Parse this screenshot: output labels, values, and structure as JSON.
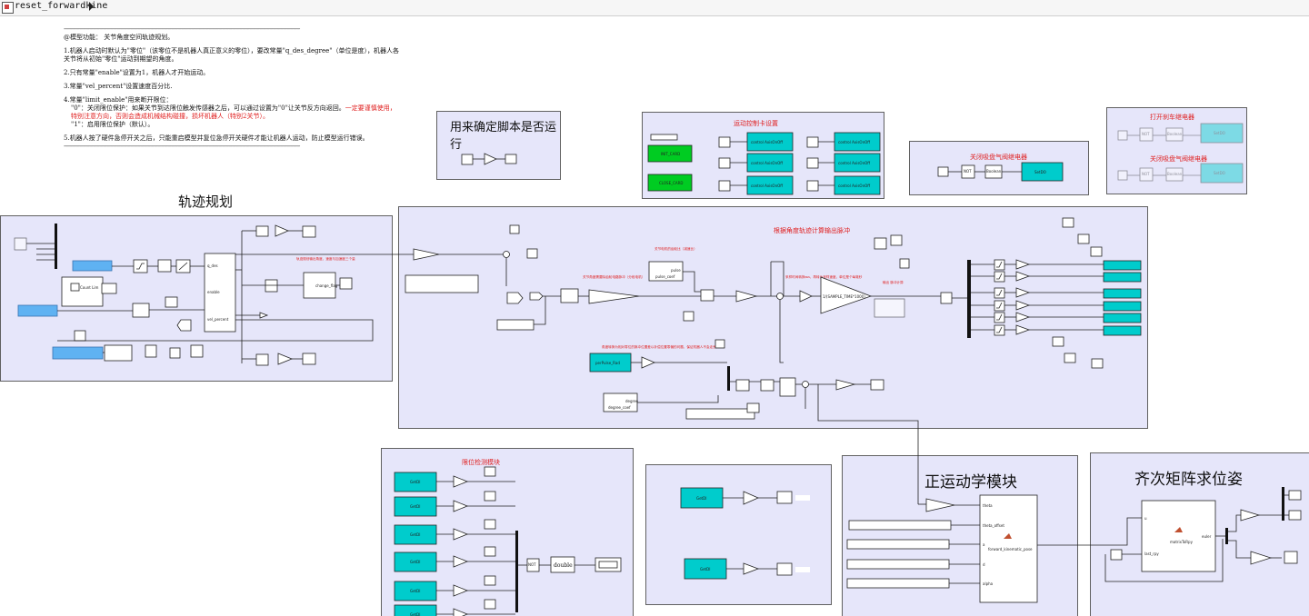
{
  "window": {
    "title": "reset_forwardkine"
  },
  "notes": {
    "separator": "----------------------------------------------------------------------------------------------------------------------------------------------------------------------------------------------",
    "line0": "@模型功能：  关节角度空间轨迹规划。",
    "line1": "1.机器人启动时默认为\"零位\"（该零位不是机器人真正意义的零位），要改常量\"q_des_degree\"（单位是度），机器人各关节将从初始\"零位\"运动到期望的角度。",
    "line2": "2.只有常量\"enable\"设置为1，机器人才开始运动。",
    "line3": "3.常量\"vel_percent\"设置速度百分比.",
    "line4a": "4.常量\"limit_enable\"用来断开限位：",
    "line4b": "\"0\"：关闭限位保护：如果关节到达限位触发传感器之后，可以通过设置为\"0\"让关节反方向返回。",
    "line4c": "一定要谨慎使用，特别注意方向，否则会造成机械结构碰撞，损坏机器人（特别2关节）。",
    "line4d": "\"1\"：启用限位保护（默认）。",
    "line5": "5.机器人按了硬件急停开关之后，只能重启模型并复位急停开关硬件才能让机器人运动，防止模型运行错误。"
  },
  "subsystems": {
    "check_run": "用来确定脚本是否运行",
    "trajectory": "轨迹规划",
    "motion_card": "运动控制卡设置",
    "close_valve": "关闭吸盘气阀继电器",
    "brake_valve_a": "打开刹车继电器",
    "brake_valve_b": "关闭吸盘气阀继电器",
    "pulse_calc": "根据角度轨迹计算输出脉冲",
    "limit_detect": "限位检测模块",
    "forward_kine": "正运动学模块",
    "pose_solve": "齐次矩阵求位姿"
  },
  "annotations": {
    "a1": "轨迹规划输出角度，速度与加速度三个量",
    "a2": "关节电机的齿轮比（减速比）",
    "a3": "关节角度需要除齿轮电路脉冲（分段电机）",
    "a4": "采样时间转换ms，再转为采样速度，单位是个每毫秒",
    "a5": "输出 脉冲计算",
    "a6": "角度转换为相对零位的脉冲位置差以补偿位置零偏的问题，保证机器人不会走丢"
  },
  "blocks": {
    "count_limited": "Count Lim",
    "q_des": "q_des",
    "enable": "enable",
    "vel_percent": "vel_percent",
    "change_flag": "change_flag",
    "pulse_coef": "pulse_coef",
    "pulse": "pulse",
    "sample_time": "1/(SAMPLE_TIME*1000)",
    "perpulse": "perPulse_Rad",
    "degree_coef": "degree_coef",
    "degree": "degree",
    "not": "NOT",
    "double": "double",
    "boolean": "Boolean",
    "setio": "SetDO",
    "getdi": "GetDI",
    "init_card": "INIT_CARD",
    "close_card": "CLOSE_CARD",
    "axis_label": "control  AxisOnOff",
    "theta": "theta",
    "theta_offset": "theta_offset",
    "a": "a",
    "d": "d",
    "alpha": "alpha",
    "fk_func": "forward_kinematic_pose",
    "u": "u",
    "last_rpy": "last_rpy",
    "rpy_func": "matrixToRpy",
    "euler": "euler"
  },
  "colors": {
    "area_bg": "#e6e6fa",
    "cyan_block": "#00cccc",
    "green_block": "#00cc22",
    "blue_const": "#5fb2f2",
    "annotation_red": "#e02020"
  }
}
